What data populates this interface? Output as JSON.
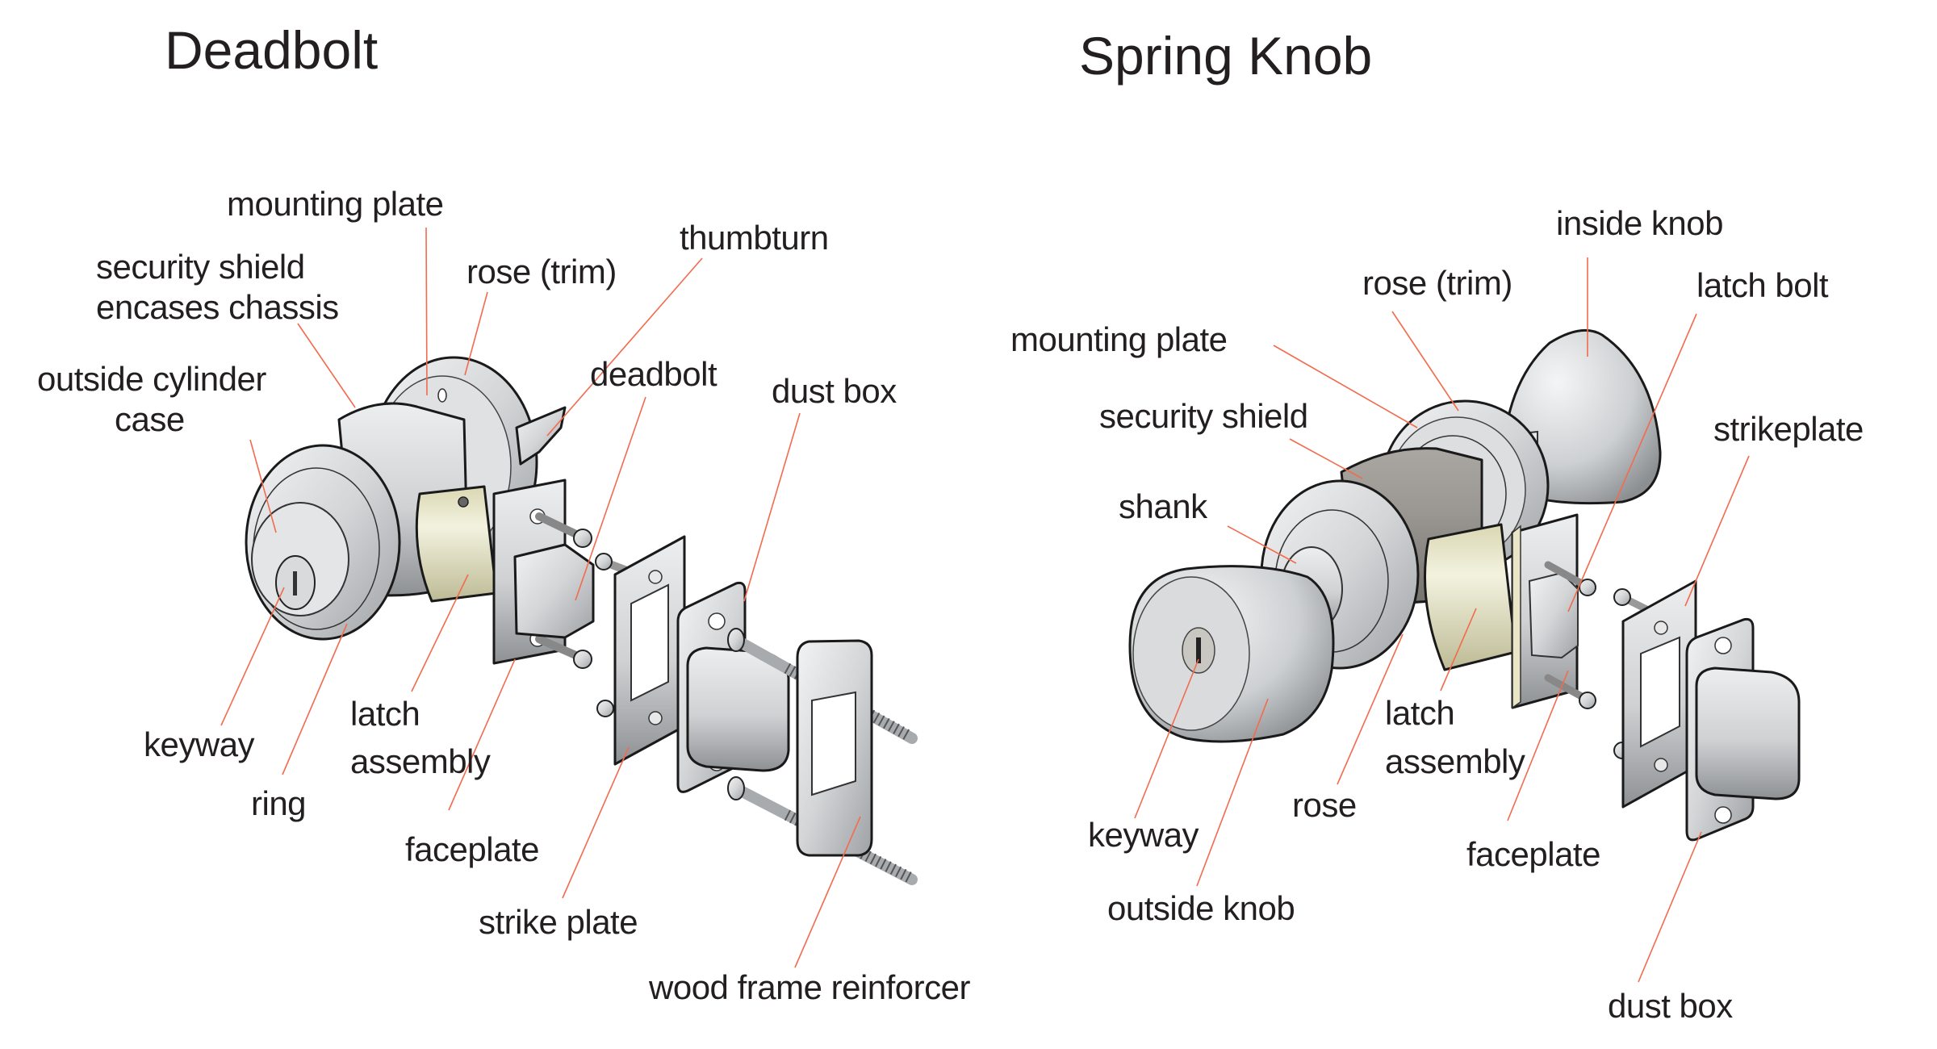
{
  "colors": {
    "leader": "#f26b4e",
    "text": "#231f20",
    "metal": "#d6d8da",
    "shield_grey": "#9a9792",
    "latch_cream": "#e4e2c4"
  },
  "deadbolt": {
    "title": "Deadbolt",
    "labels": {
      "mounting_plate": "mounting plate",
      "security_shield_1": "security shield",
      "security_shield_2": "encases chassis",
      "rose_trim": "rose (trim)",
      "thumbturn": "thumbturn",
      "outside_cylinder_1": "outside cylinder",
      "outside_cylinder_2": "case",
      "deadbolt": "deadbolt",
      "dust_box": "dust box",
      "keyway": "keyway",
      "ring": "ring",
      "latch_assembly_1": "latch",
      "latch_assembly_2": "assembly",
      "faceplate": "faceplate",
      "strike_plate": "strike plate",
      "wood_frame_reinforcer": "wood frame reinforcer"
    }
  },
  "spring_knob": {
    "title": "Spring Knob",
    "labels": {
      "inside_knob": "inside knob",
      "rose_trim": "rose (trim)",
      "latch_bolt": "latch bolt",
      "mounting_plate": "mounting plate",
      "security_shield": "security shield",
      "strikeplate": "strikeplate",
      "shank": "shank",
      "latch_assembly_1": "latch",
      "latch_assembly_2": "assembly",
      "rose": "rose",
      "keyway": "keyway",
      "faceplate": "faceplate",
      "outside_knob": "outside knob",
      "dust_box": "dust box"
    }
  }
}
